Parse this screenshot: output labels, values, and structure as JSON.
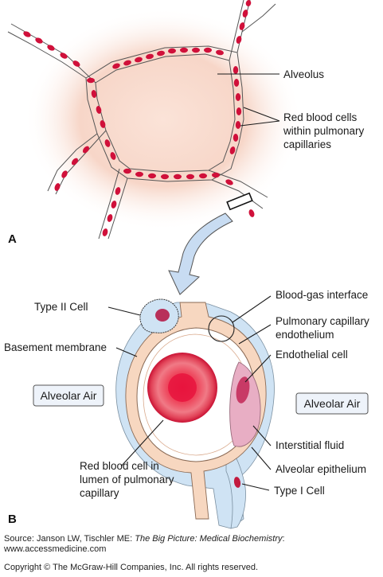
{
  "panels": {
    "a": "A",
    "b": "B"
  },
  "labels": {
    "alveolus": "Alveolus",
    "rbc_capillaries": [
      "Red blood cells",
      "within pulmonary",
      "capillaries"
    ],
    "type_ii_cell": "Type II Cell",
    "blood_gas_interface": "Blood-gas interface",
    "capillary_endothelium": [
      "Pulmonary capillary",
      "endothelium"
    ],
    "basement_membrane": "Basement membrane",
    "endothelial_cell": "Endothelial cell",
    "alveolar_air_left": "Alveolar Air",
    "alveolar_air_right": "Alveolar Air",
    "interstitial_fluid": "Interstitial fluid",
    "alveolar_epithelium": "Alveolar epithelium",
    "rbc_lumen": [
      "Red blood cell in",
      "lumen of pulmonary",
      "capillary"
    ],
    "type_i_cell": "Type I Cell"
  },
  "source": {
    "prefix": "Source: Janson LW, Tischler ME: ",
    "book": "The Big Picture: Medical Biochemistry",
    "suffix": ":",
    "url": "www.accessmedicine.com"
  },
  "copyright": "Copyright © The McGraw-Hill Companies, Inc. All rights reserved.",
  "colors": {
    "rbc": "#d0103a",
    "alveolar_glow": "#f6d5c8",
    "capillary_wall_blue": "#cfe3f4",
    "wall_peach": "#f7d7c0",
    "endothelial_pink": "#e8aec4",
    "arrow_blue": "#c8dcf2"
  }
}
